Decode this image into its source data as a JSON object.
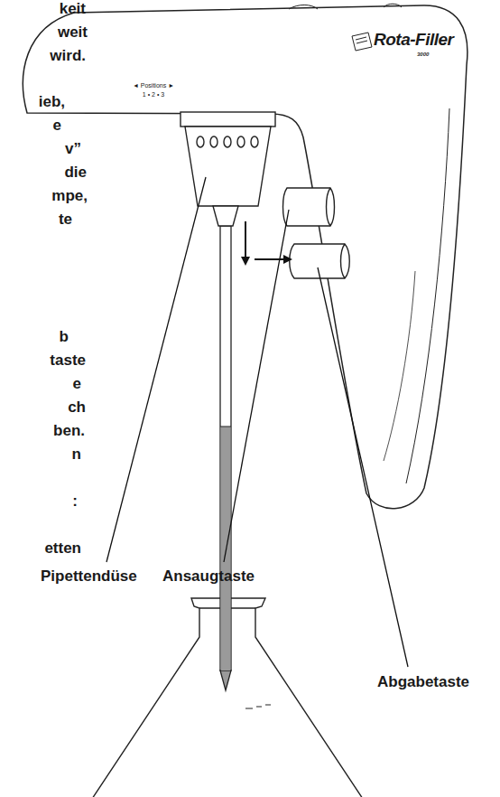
{
  "diagram": {
    "labels": [
      "keit",
      "weit",
      "wird.",
      "ieb,",
      "e",
      "v”",
      "die",
      "mpe,",
      "te",
      "b",
      "taste",
      "e",
      "ch",
      "ben.",
      "n",
      ":",
      "etten",
      "Rota-Filler",
      "3000",
      "◄ Positions ►",
      "1 • 2 • 3",
      "Pipettendüse",
      "Ansaugtaste",
      "Abgabetaste"
    ]
  }
}
